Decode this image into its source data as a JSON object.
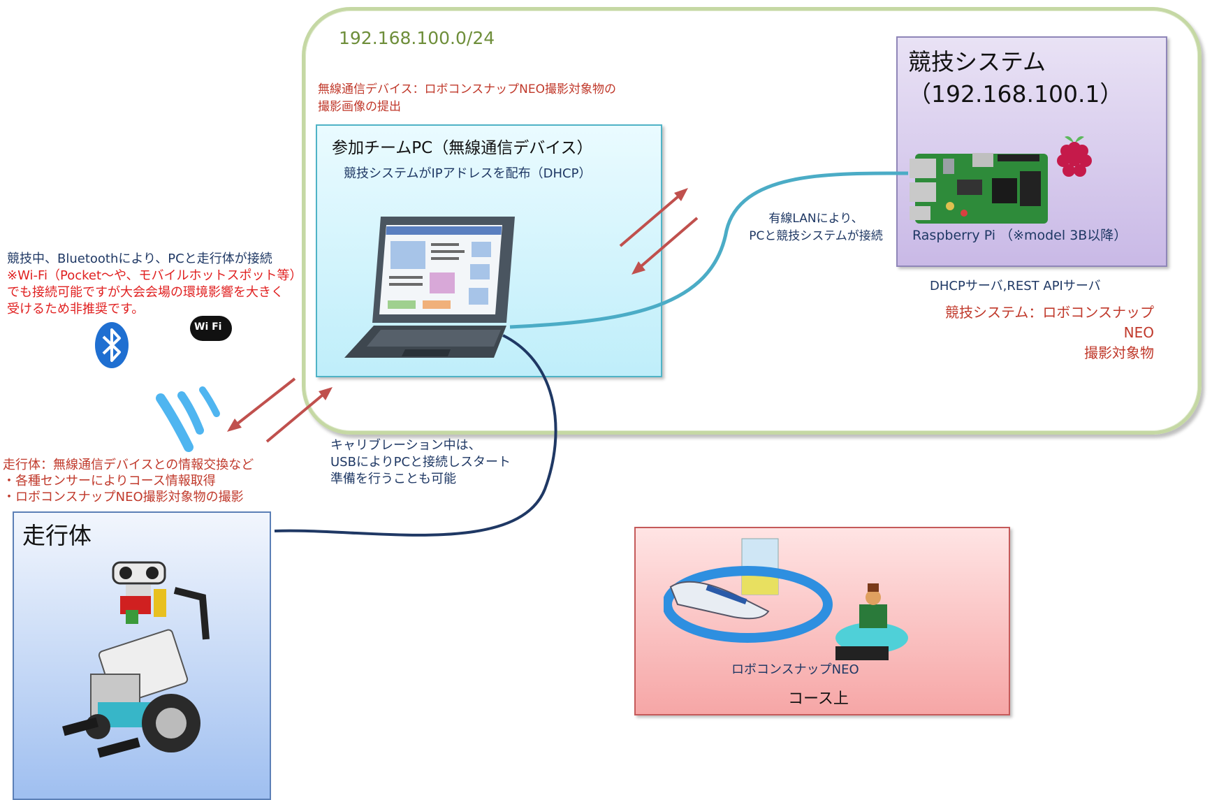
{
  "network": {
    "subnet": "192.168.100.0/24",
    "wireless_note_line1": "無線通信デバイス：ロボコンスナップNEO撮影対象物の",
    "wireless_note_line2": "撮影画像の提出"
  },
  "pc": {
    "title": "参加チームPC（無線通信デバイス）",
    "subtitle": "競技システムがIPアドレスを配布（DHCP）"
  },
  "system": {
    "title_line1": "競技システム",
    "title_line2": "（192.168.100.1）",
    "raspberry_label": "Raspberry Pi （※model 3B以降）",
    "servers": "DHCPサーバ,REST APIサーバ",
    "note_line1": "競技システム：ロボコンスナップNEO",
    "note_line2": "撮影対象物"
  },
  "wired_lan": {
    "line1": "有線LANにより、",
    "line2": "PCと競技システムが接続"
  },
  "bluetooth_note": {
    "line1": "競技中、Bluetoothにより、PCと走行体が接続",
    "line2": "※Wi-Fi（Pocket～や、モバイルホットスポット等）",
    "line3": "でも接続可能ですが大会会場の環境影響を大きく",
    "line4": "受けるため非推奨です。"
  },
  "wifi_logo_text": "Wi Fi",
  "usb_note": {
    "line1": "キャリブレーション中は、",
    "line2": "USBによりPCと接続しスタート",
    "line3": "準備を行うことも可能"
  },
  "robot_note": {
    "line1": "走行体：無線通信デバイスとの情報交換など",
    "line2": "・各種センサーによりコース情報取得",
    "line3": "・ロボコンスナップNEO撮影対象物の撮影"
  },
  "robot": {
    "title": "走行体"
  },
  "course": {
    "snap_label": "ロボコンスナップNEO",
    "title": "コース上"
  },
  "colors": {
    "zone_border": "#c5d8a4",
    "arrow": "#c0504d",
    "lan_cable": "#4bacc6",
    "usb_cable": "#1f3864"
  }
}
